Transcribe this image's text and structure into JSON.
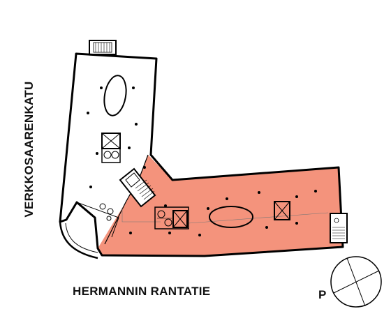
{
  "map": {
    "street_bottom": "HERMANNIN RANTATIE",
    "street_left": "VERKKOSAARENKATU",
    "compass_letter": "P",
    "highlight_color": "#f4937c",
    "outline_color": "#000000"
  }
}
